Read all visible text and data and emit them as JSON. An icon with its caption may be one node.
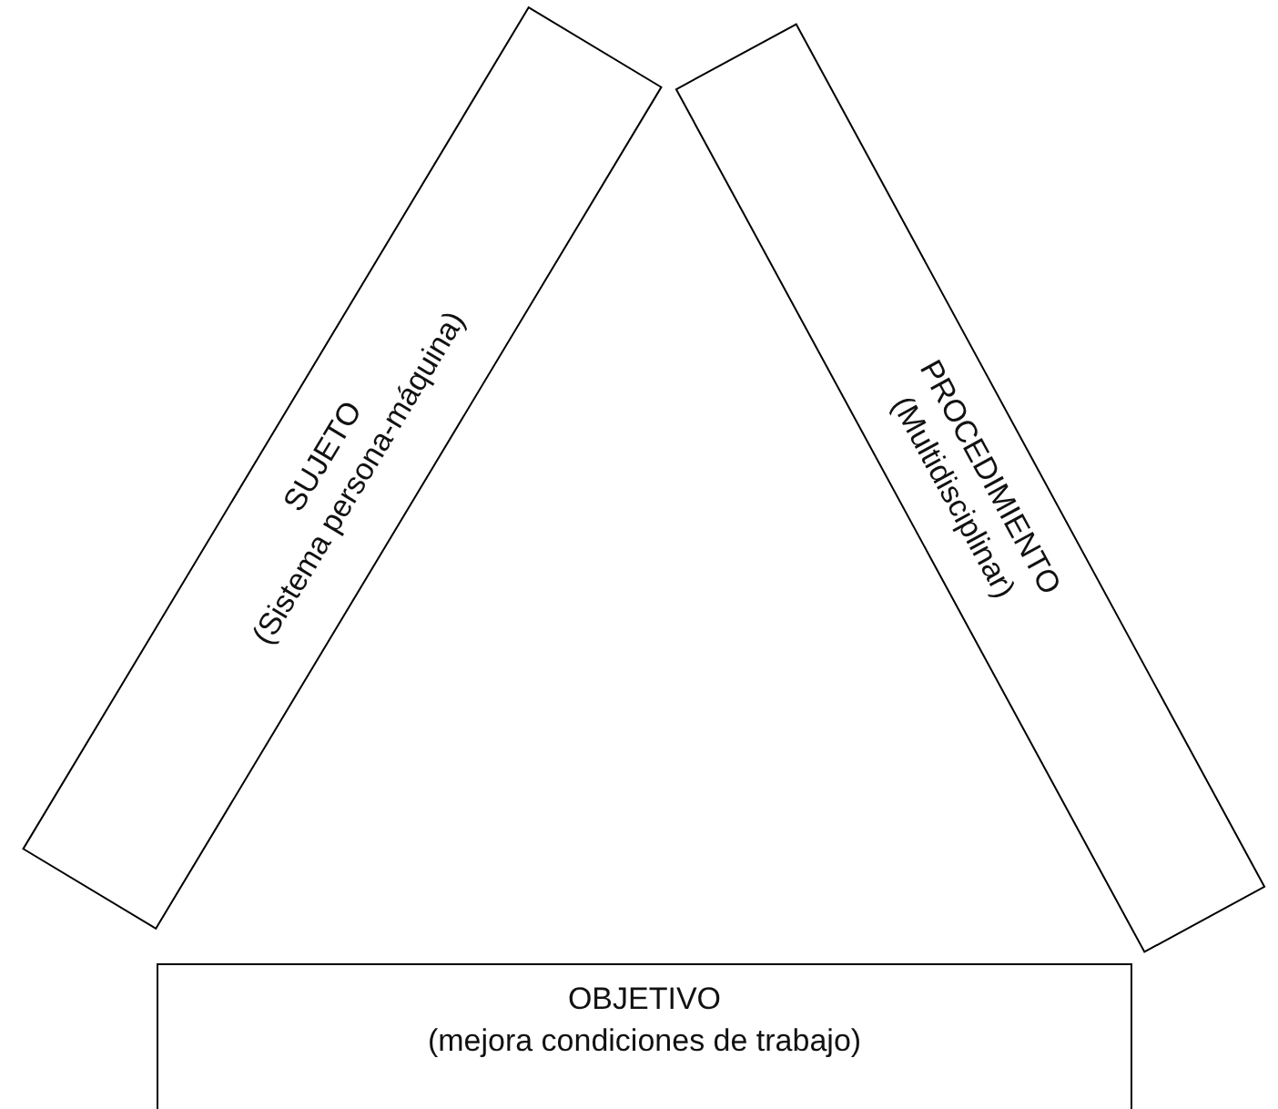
{
  "diagram": {
    "nodes": [
      {
        "text": [
          "SUJETO",
          "(Sistema persona-máquina)"
        ]
      },
      {
        "text": [
          "PROCEDIMIENTO",
          "(Multidisciplinar)"
        ]
      },
      {
        "text": [
          "OBJETIVO",
          "(mejora condiciones de trabajo)"
        ]
      }
    ]
  }
}
